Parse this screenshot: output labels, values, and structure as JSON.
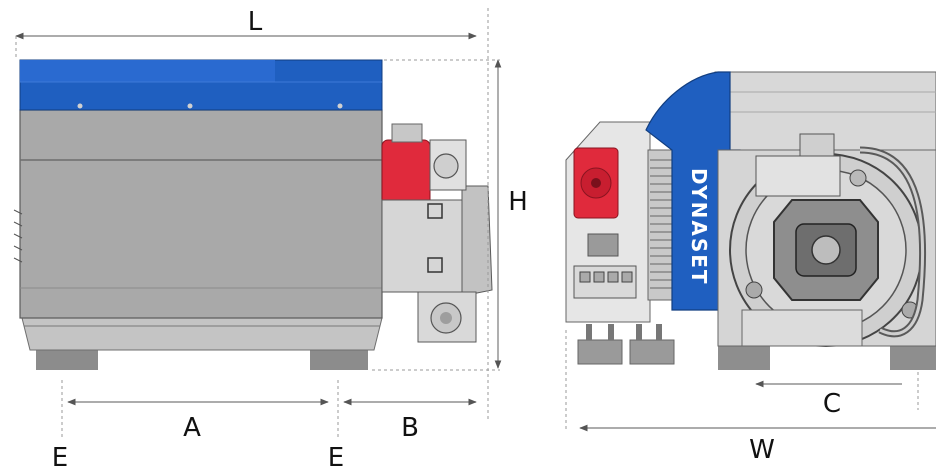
{
  "dimensions": {
    "length": "L",
    "height": "H",
    "a": "A",
    "b": "B",
    "c": "C",
    "e_left": "E",
    "e_right": "E",
    "width": "W"
  },
  "logo": "DYNASET",
  "colors": {
    "blue": "#1f5fc0",
    "red": "#e02a3c",
    "housing_gray": "#a9a9a9",
    "light_gray": "#d6d6d6",
    "dark_gray": "#6e6e6e"
  }
}
